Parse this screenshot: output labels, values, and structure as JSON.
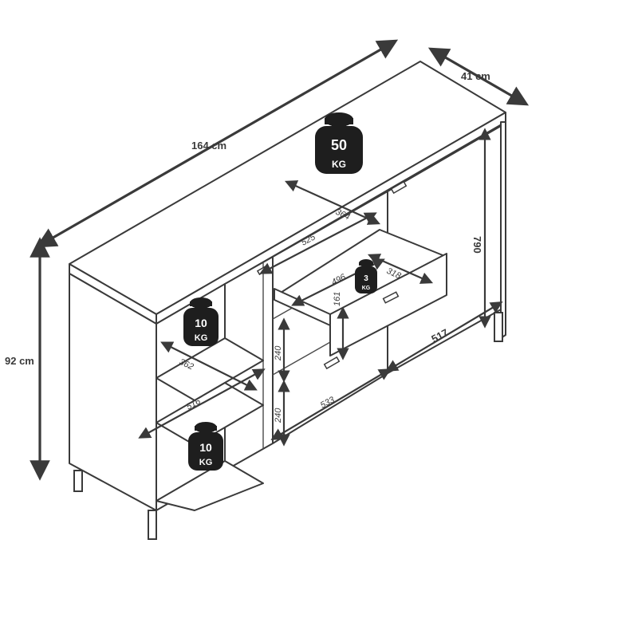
{
  "overall": {
    "width_label": "164 cm",
    "depth_label": "41 cm",
    "height_label": "92 cm"
  },
  "inner_dims": {
    "door_height": "790",
    "drawer_depth": "364",
    "drawer_width_outer": "525",
    "drawer_width_inner": "496",
    "drawer_depth_inner": "318",
    "drawer_height_inner": "161",
    "drawer_front_height_1": "240",
    "drawer_front_height_2": "240",
    "drawer_front_width": "533",
    "door_width": "517",
    "shelf_depth": "362",
    "shelf_width": "516"
  },
  "weights": {
    "top": {
      "value": "50",
      "unit": "KG"
    },
    "shelf_upper": {
      "value": "10",
      "unit": "KG"
    },
    "shelf_lower": {
      "value": "10",
      "unit": "KG"
    },
    "drawer": {
      "value": "3",
      "unit": "KG"
    }
  }
}
